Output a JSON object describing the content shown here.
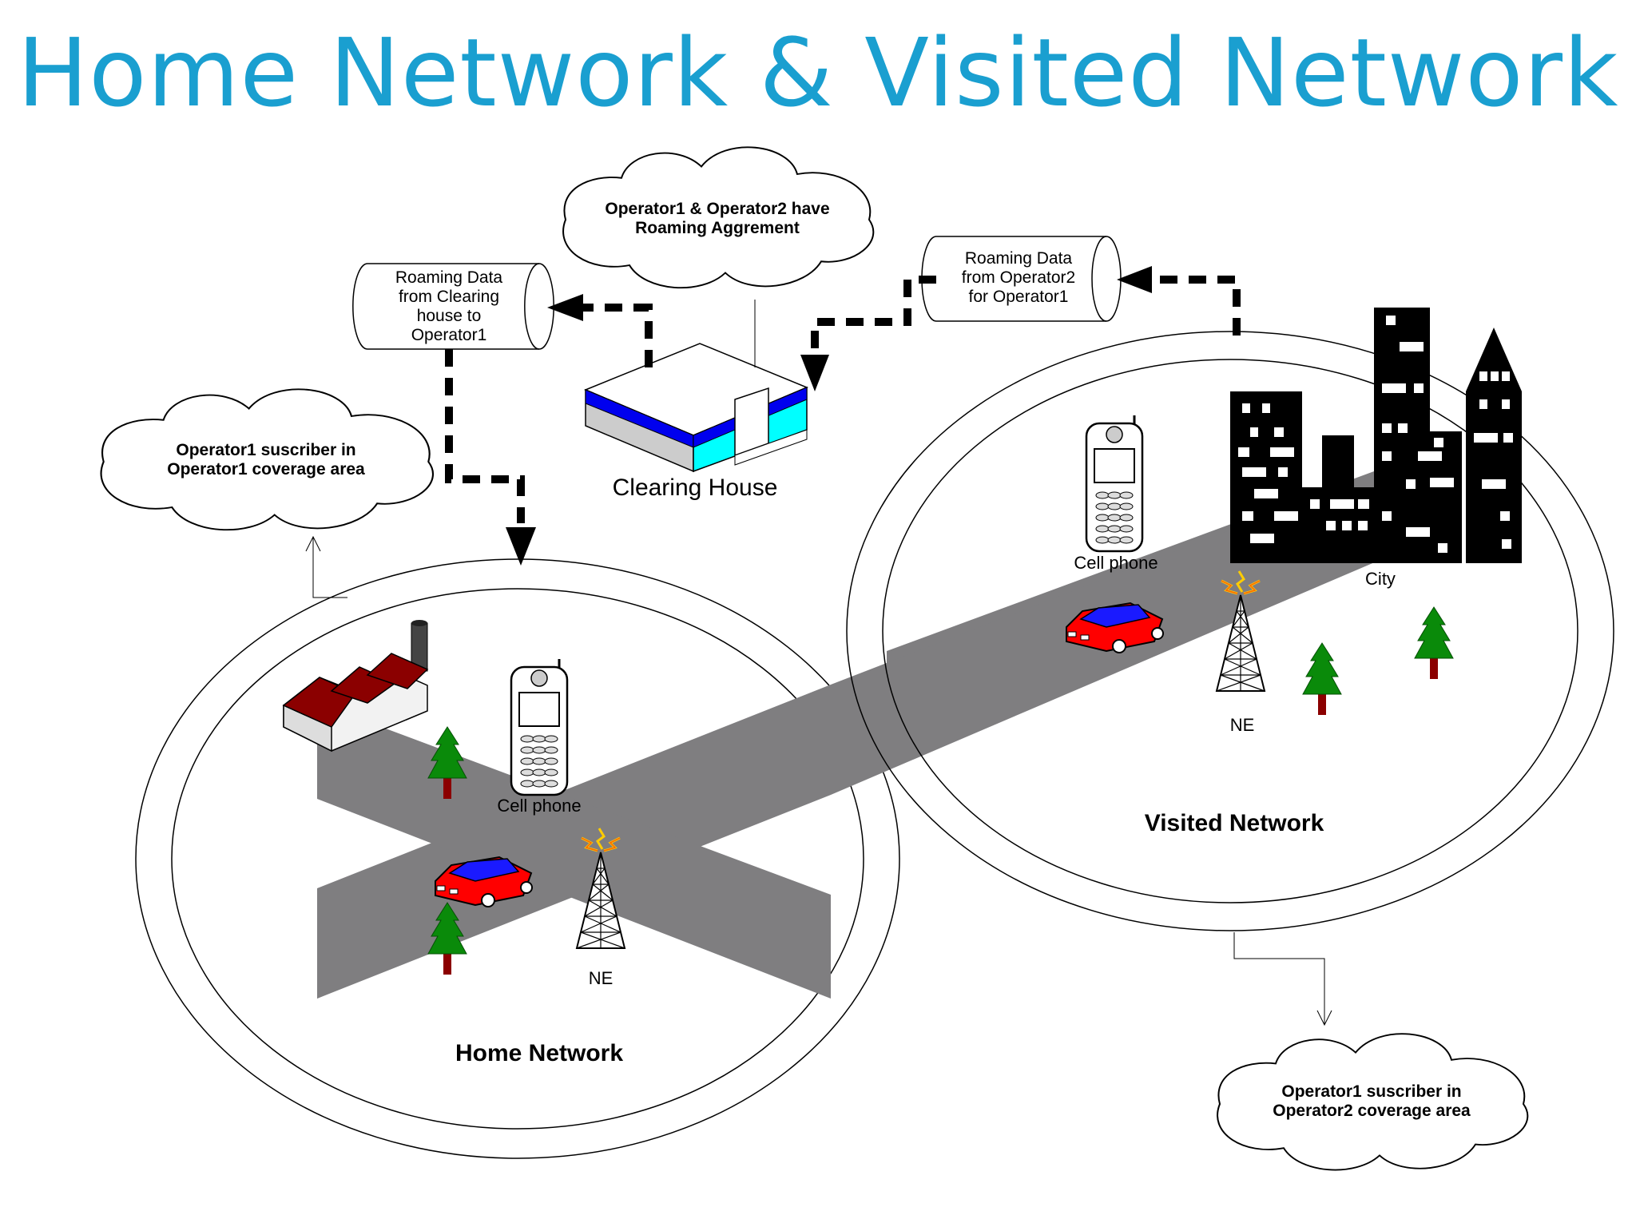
{
  "title": "Home Network & Visited Network",
  "clouds": {
    "agreement": [
      "Operator1 & Operator2 have",
      "Roaming Aggrement"
    ],
    "home_subscriber": [
      "Operator1 suscriber in",
      "Operator1 coverage area"
    ],
    "visited_subscriber": [
      "Operator1 suscriber in",
      "Operator2 coverage area"
    ]
  },
  "cylinders": {
    "to_operator1": [
      "Roaming Data",
      "from Clearing",
      "house to",
      "Operator1"
    ],
    "from_operator2": [
      "Roaming Data",
      "from Operator2",
      "for Operator1"
    ]
  },
  "labels": {
    "clearing_house": "Clearing House",
    "home_network": "Home Network",
    "visited_network": "Visited Network",
    "cell_phone_home": "Cell phone",
    "cell_phone_visited": "Cell phone",
    "ne_home": "NE",
    "ne_visited": "NE",
    "city": "City"
  },
  "colors": {
    "title": "#1a9fd0",
    "road": "#7f7e80",
    "car": "#ff0000",
    "car_window": "#1a1aff",
    "tree": "#0a8a0a",
    "factory_roof": "#8b0000",
    "house_stripe_blue": "#0000ee",
    "house_stripe_cyan": "#00ffff"
  }
}
